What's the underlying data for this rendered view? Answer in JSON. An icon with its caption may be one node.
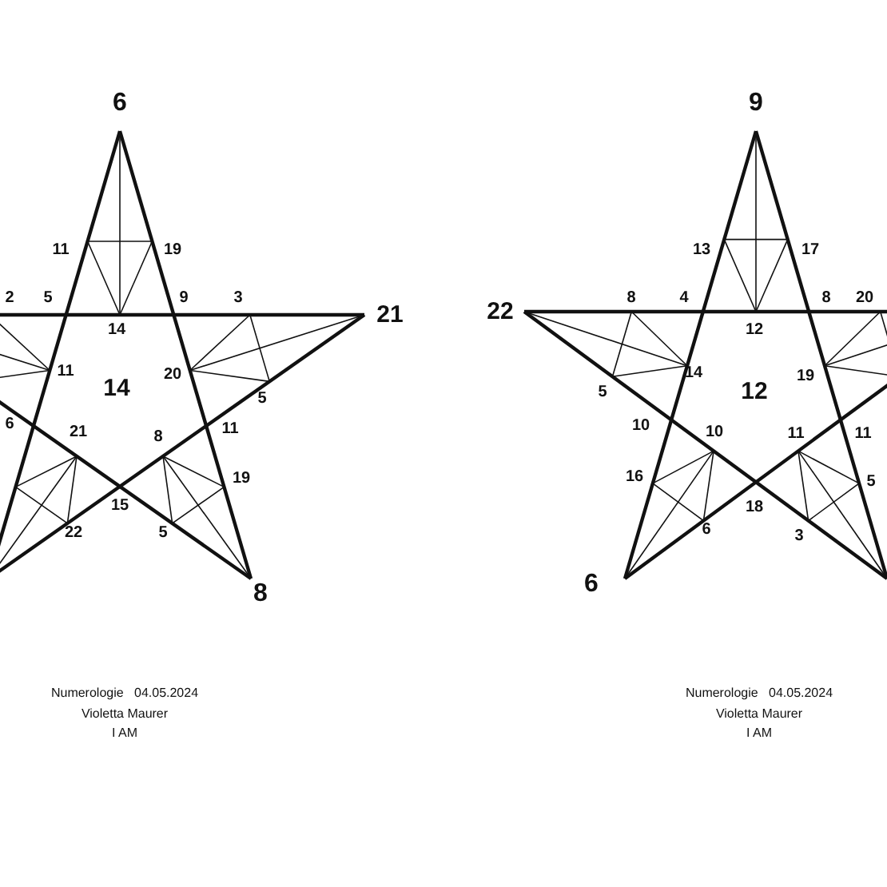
{
  "diagram": {
    "labels": [
      "6",
      "9",
      "11",
      "19",
      "13",
      "17",
      "2",
      "5",
      "9",
      "3",
      "21",
      "22",
      "8",
      "4",
      "8",
      "20",
      "14",
      "12",
      "11",
      "14",
      "20",
      "5",
      "14",
      "12",
      "19",
      "5",
      "6",
      "21",
      "8",
      "11",
      "10",
      "10",
      "11",
      "11",
      "19",
      "15",
      "22",
      "5",
      "16",
      "5",
      "18",
      "6",
      "3",
      "8",
      "6",
      "Numerologie   04.05.2024",
      "Violetta Maurer",
      "I AM",
      "Numerologie   04.05.2024",
      "Violetta Maurer",
      "I AM"
    ]
  }
}
